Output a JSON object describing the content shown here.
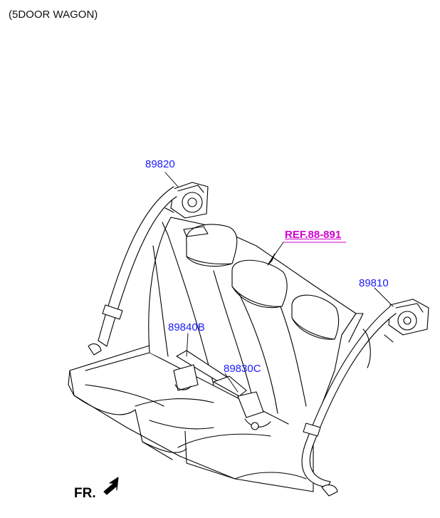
{
  "title": "(5DOOR WAGON)",
  "front_label": "FR.",
  "colors": {
    "part_label": "#1a1aff",
    "reference_label": "#d000d0",
    "line": "#000000"
  },
  "parts": [
    {
      "id": "part-89820",
      "number": "89820"
    },
    {
      "id": "part-89810",
      "number": "89810"
    },
    {
      "id": "part-89840b",
      "number": "89840B"
    },
    {
      "id": "part-89830c",
      "number": "89830C"
    }
  ],
  "reference": {
    "text": "REF.88-891"
  }
}
